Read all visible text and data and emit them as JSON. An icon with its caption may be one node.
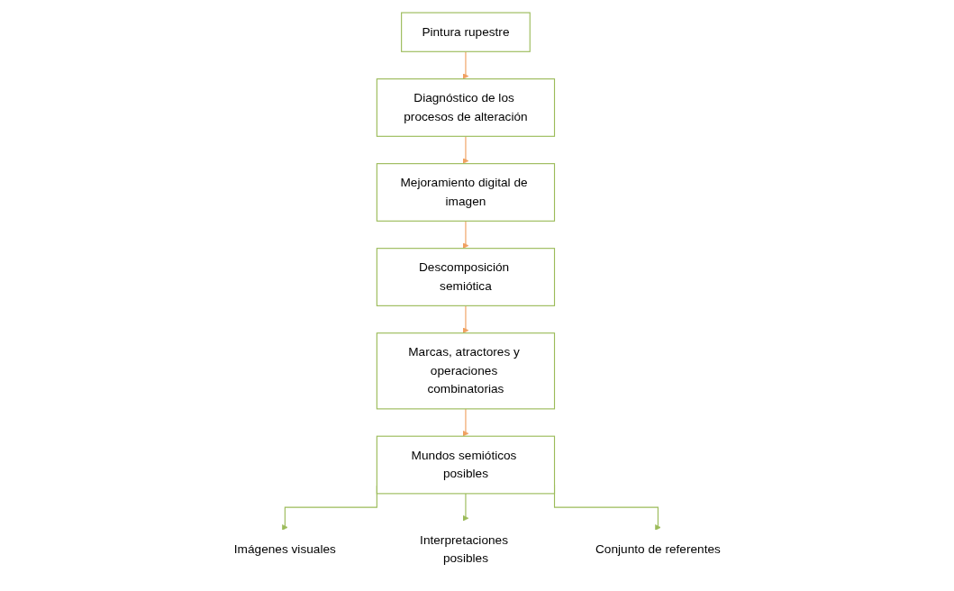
{
  "diagram": {
    "nodes": [
      {
        "text": [
          "Pintura rupestre"
        ]
      },
      {
        "text": [
          "Diagnóstico de los procesos de alteración"
        ]
      },
      {
        "text": [
          "Mejoramiento digital de imagen"
        ]
      },
      {
        "text": [
          "Descomposición semiótica"
        ]
      },
      {
        "text": [
          "Marcas, atractores y operaciones combinatorias"
        ]
      },
      {
        "text": [
          "Mundos semióticos posibles"
        ]
      },
      {
        "text": [
          "Imágenes visuales"
        ]
      },
      {
        "text": [
          "Interpretaciones posibles"
        ]
      },
      {
        "text": [
          "Conjunto de referentes"
        ]
      }
    ],
    "edges": [
      {
        "from": 0,
        "to": 1,
        "arrow": "to"
      },
      {
        "from": 1,
        "to": 2,
        "arrow": "to"
      },
      {
        "from": 2,
        "to": 3,
        "arrow": "to"
      },
      {
        "from": 3,
        "to": 4,
        "arrow": "to"
      },
      {
        "from": 4,
        "to": 5,
        "arrow": "to"
      },
      {
        "from": 5,
        "to": 6,
        "arrow": "to",
        "color": "#9bbb59"
      },
      {
        "from": 5,
        "to": 7,
        "arrow": "to",
        "color": "#9bbb59"
      },
      {
        "from": 5,
        "to": 8,
        "arrow": "to",
        "color": "#9bbb59"
      }
    ]
  }
}
